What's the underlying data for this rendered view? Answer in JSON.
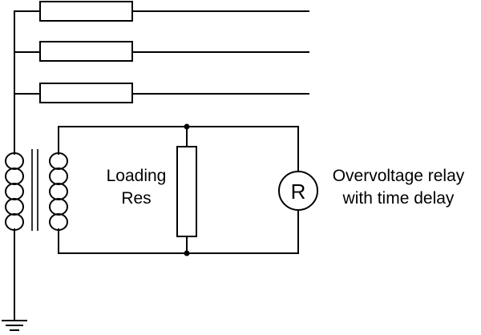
{
  "labels": {
    "loading_res": [
      "Loading",
      "Res"
    ],
    "relay_symbol": "R",
    "relay_desc": [
      "Overvoltage relay",
      "with time delay"
    ]
  },
  "colors": {
    "line": "#000000",
    "background": "#ffffff"
  },
  "components": {
    "line_resistors": 3,
    "transformer": "primary-secondary-coils",
    "ground": "ground-symbol"
  }
}
